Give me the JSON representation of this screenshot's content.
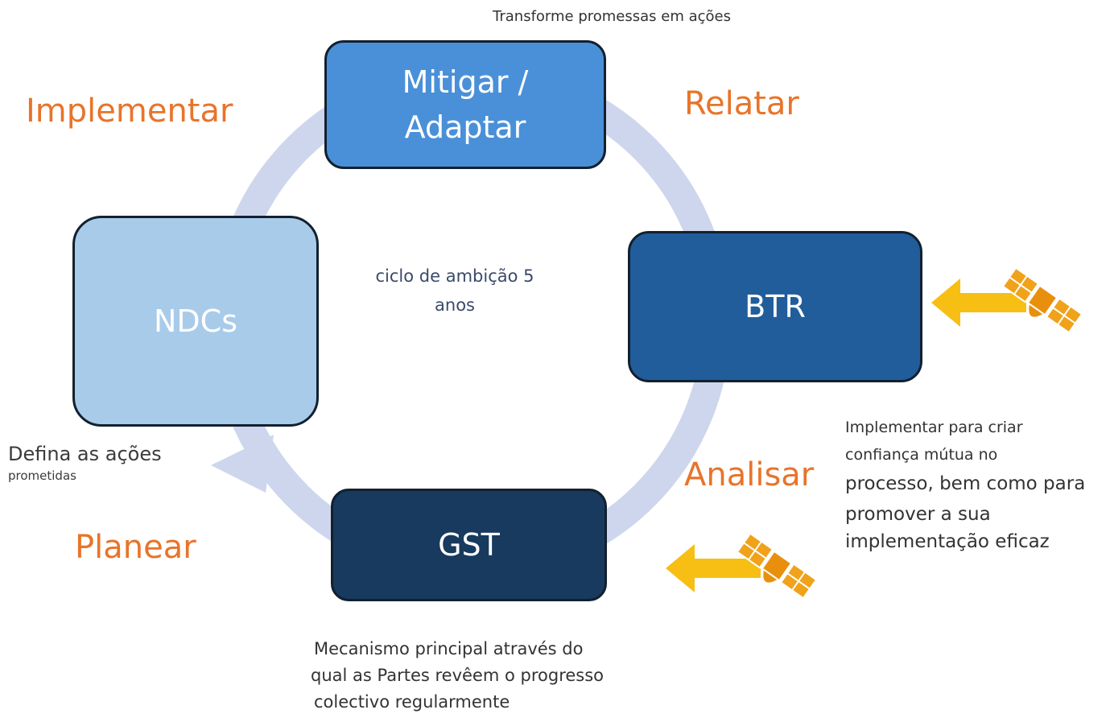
{
  "diagram": {
    "top_caption": "Transforme promessas em ações",
    "center_label": [
      "ciclo de ambição 5",
      "anos"
    ],
    "boxes": {
      "mitigar": "Mitigar /\nAdaptar",
      "ndcs": "NDCs",
      "btr": "BTR",
      "gst": "GST"
    },
    "stages": {
      "implementar": "Implementar",
      "relatar": "Relatar",
      "analisar": "Analisar",
      "planear": "Planear"
    },
    "notes": {
      "defina_line1": "Defina as ações",
      "defina_line2": "prometidas",
      "btr_note": [
        "Implementar para criar",
        "confiança mútua no",
        "processo, bem como para",
        "promover a sua",
        "implementação eficaz"
      ],
      "gst_note": [
        "Mecanismo principal através do",
        "qual as Partes revêem o progresso",
        "colectivo regularmente"
      ]
    },
    "icons": [
      "satellite-icon",
      "arrow-left-icon"
    ],
    "colors": {
      "mitigar": "#4a90d9",
      "ndcs": "#a9cbea",
      "btr": "#215d9b",
      "gst": "#173a5e",
      "stage_text": "#e8742a",
      "cycle_ring": "#cdd6ec",
      "satellite": "#f0a21a",
      "arrow": "#f7bf14"
    }
  }
}
